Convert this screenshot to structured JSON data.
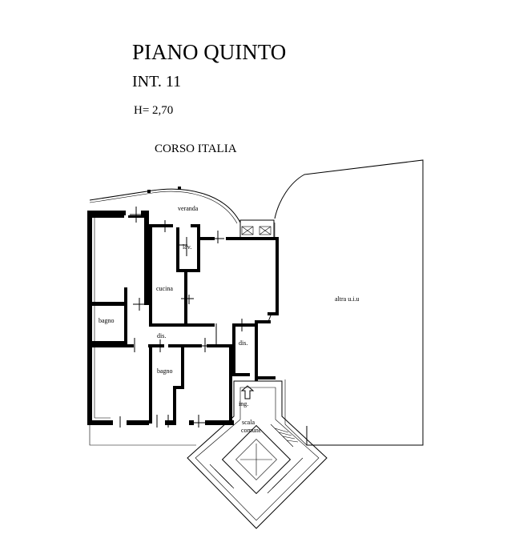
{
  "header": {
    "floor": "PIANO QUINTO",
    "unit": "INT. 11",
    "height": "H= 2,70",
    "street": "CORSO ITALIA"
  },
  "rooms": {
    "veranda": "veranda",
    "lav": "lav.",
    "cucina": "cucina",
    "bagno_1": "bagno",
    "dis_1": "dis.",
    "dis_2": "dis.",
    "bagno_2": "bagno",
    "altra": "altra u.i.u",
    "ing": "ing.",
    "scala_1": "scala",
    "scala_2": "comune"
  }
}
